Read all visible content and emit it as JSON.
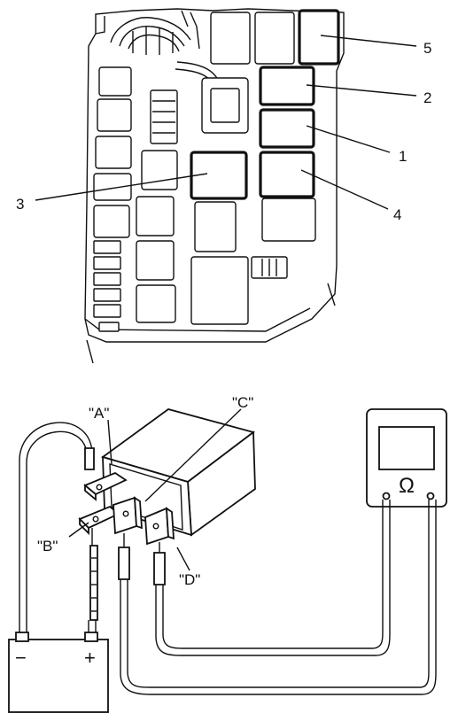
{
  "relay_box": {
    "callouts": [
      "5",
      "2",
      "1",
      "3",
      "4"
    ]
  },
  "relay_test": {
    "terminals": [
      "\"A\"",
      "\"B\"",
      "\"C\"",
      "\"D\""
    ],
    "battery": {
      "negative": "−",
      "positive": "+"
    },
    "ohmmeter_symbol": "Ω"
  }
}
